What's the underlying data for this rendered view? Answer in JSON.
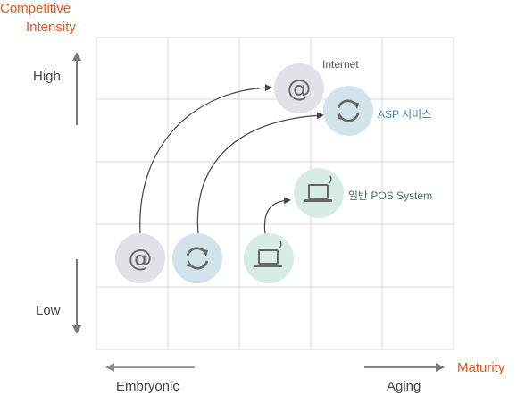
{
  "axes": {
    "y_title_line1": "Competitive",
    "y_title_line2": "Intensity",
    "y_high": "High",
    "y_low": "Low",
    "x_title": "Maturity",
    "x_start": "Embryonic",
    "x_end": "Aging"
  },
  "nodes": {
    "internet_label": "Internet",
    "asp_label": "ASP 서비스",
    "pos_label": "일반 POS System"
  },
  "colors": {
    "accent": "#e8541c",
    "grid": "#d9d9d9",
    "internet_circle": "#e2e2e6",
    "asp_circle": "#d3e3ec",
    "pos_circle": "#d6ece4",
    "icon_gray": "#666666",
    "asp_text": "#3d7fa6",
    "pos_text": "#3f6e5f"
  }
}
